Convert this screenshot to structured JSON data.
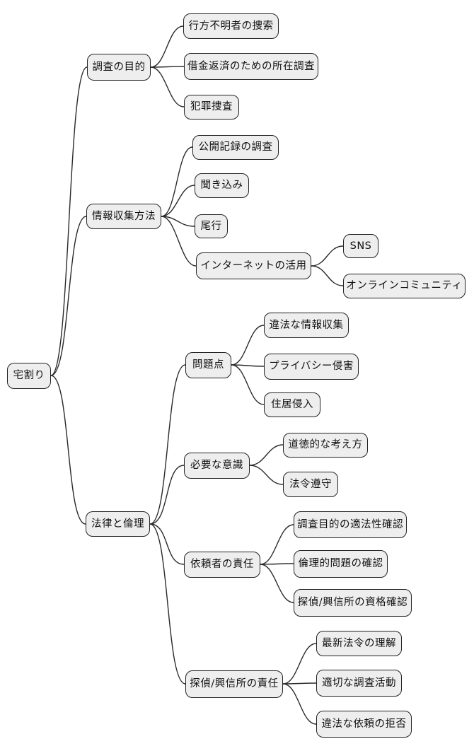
{
  "diagram": {
    "type": "mindmap",
    "background": "#ffffff",
    "colors": {
      "node_fill": "#eeeeee",
      "node_border": "#222222",
      "edge": "#2a2a2a",
      "text": "#111111"
    },
    "root": {
      "label": "宅割り",
      "children": [
        {
          "label": "調査の目的",
          "children": [
            {
              "label": "行方不明者の捜索"
            },
            {
              "label": "借金返済のための所在調査"
            },
            {
              "label": "犯罪捜査"
            }
          ]
        },
        {
          "label": "情報収集方法",
          "children": [
            {
              "label": "公開記録の調査"
            },
            {
              "label": "聞き込み"
            },
            {
              "label": "尾行"
            },
            {
              "label": "インターネットの活用",
              "children": [
                {
                  "label": "SNS"
                },
                {
                  "label": "オンラインコミュニティ"
                }
              ]
            }
          ]
        },
        {
          "label": "法律と倫理",
          "children": [
            {
              "label": "問題点",
              "children": [
                {
                  "label": "違法な情報収集"
                },
                {
                  "label": "プライバシー侵害"
                },
                {
                  "label": "住居侵入"
                }
              ]
            },
            {
              "label": "必要な意識",
              "children": [
                {
                  "label": "道徳的な考え方"
                },
                {
                  "label": "法令遵守"
                }
              ]
            },
            {
              "label": "依頼者の責任",
              "children": [
                {
                  "label": "調査目的の適法性確認"
                },
                {
                  "label": "倫理的問題の確認"
                },
                {
                  "label": "探偵/興信所の資格確認"
                }
              ]
            },
            {
              "label": "探偵/興信所の責任",
              "children": [
                {
                  "label": "最新法令の理解"
                },
                {
                  "label": "適切な調査活動"
                },
                {
                  "label": "違法な依頼の拒否"
                }
              ]
            }
          ]
        }
      ]
    }
  }
}
